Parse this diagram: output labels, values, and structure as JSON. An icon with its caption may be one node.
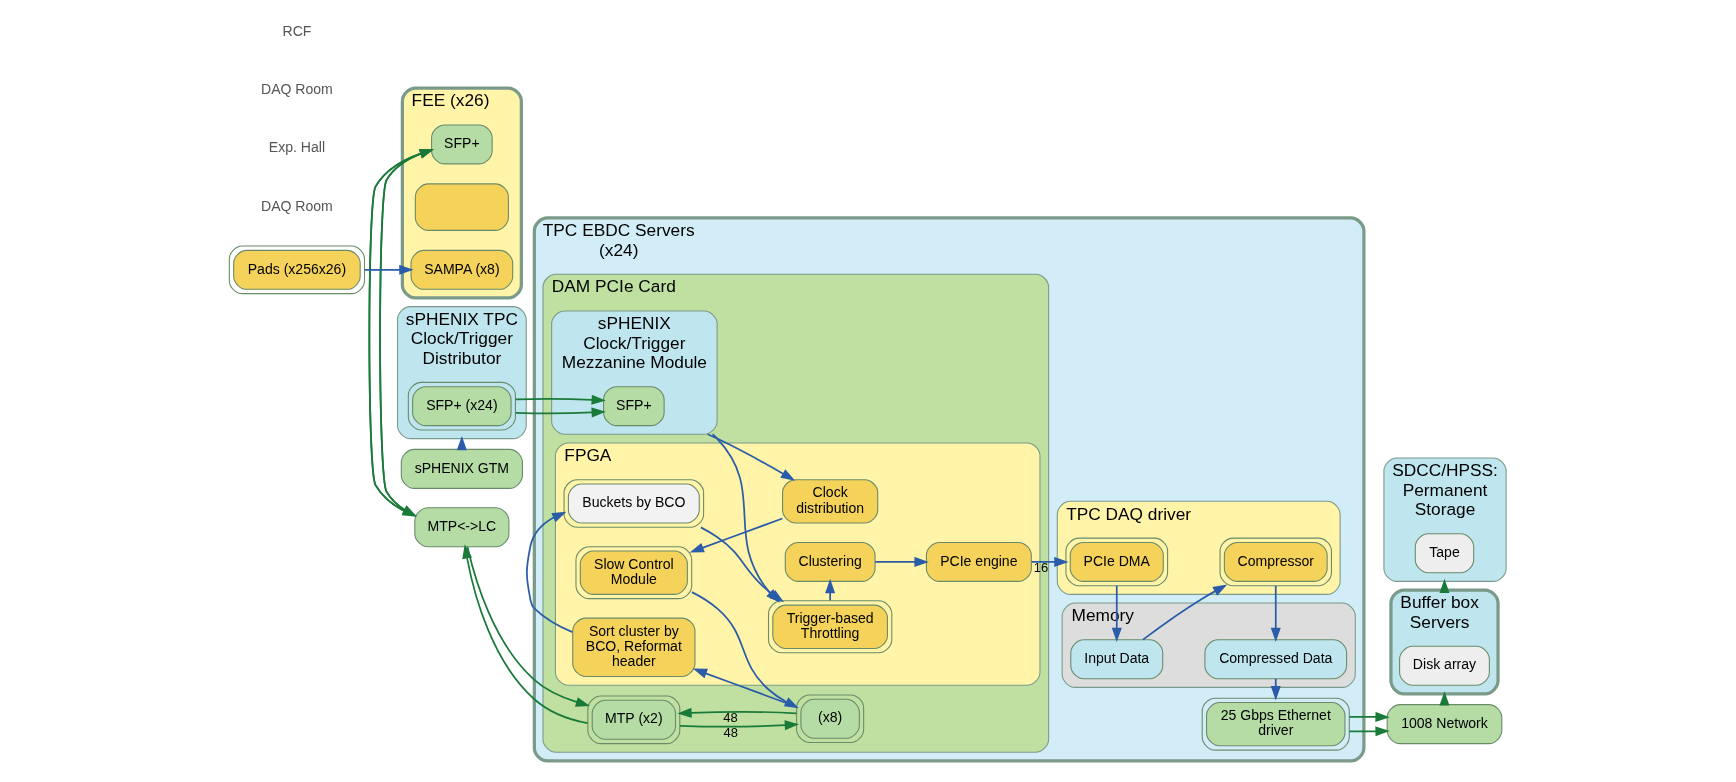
{
  "diagram": {
    "nodes": [
      {
        "text": [
          "sPHENIX GTM"
        ]
      },
      {
        "text": [
          "sPHENIX TPC Clock/Trigger Distributor"
        ]
      },
      {
        "text": [
          "SFP+ (x24)"
        ],
        "in": 1
      },
      {
        "text": [
          "TPC EBDC Servers (x24)"
        ]
      },
      {
        "text": [
          "DAM PCIe Card"
        ],
        "in": 3
      },
      {
        "text": [
          "sPHENIX Clock/Trigger Mezzanine Module"
        ],
        "in": 4
      },
      {
        "text": [
          "SFP+"
        ],
        "in": 5
      },
      {
        "text": [
          "MTP (x2)"
        ],
        "in": 4
      },
      {
        "text": [
          "(x8)"
        ],
        "in": 4
      },
      {
        "text": [
          "FPGA"
        ],
        "in": 4
      },
      {
        "text": [
          "Slow Control Module"
        ],
        "in": 9
      },
      {
        "text": [
          "Clock distribution"
        ],
        "in": 9
      },
      {
        "text": [
          "Sort cluster by BCO, Reformat header"
        ],
        "in": 9
      },
      {
        "text": [
          "Trigger-based Throttling"
        ],
        "in": 9
      },
      {
        "text": [
          "Buckets by BCO"
        ],
        "in": 9
      },
      {
        "text": [
          "Clustering"
        ],
        "in": 9
      },
      {
        "text": [
          "PCIe engine"
        ],
        "in": 9
      },
      {
        "text": [
          "25 Gbps Ethernet driver"
        ],
        "in": 3
      },
      {
        "text": [
          "Memory"
        ],
        "in": 3
      },
      {
        "text": [
          "Input Data"
        ],
        "in": 18
      },
      {
        "text": [
          "Compressed Data"
        ],
        "in": 18
      },
      {
        "text": [
          "TPC DAQ driver"
        ],
        "in": 3
      },
      {
        "text": [
          "Compressor"
        ],
        "in": 21
      },
      {
        "text": [
          "PCIe DMA"
        ],
        "in": 21
      },
      {
        "text": [
          "1008 Network"
        ]
      },
      {
        "text": [
          "Buffer box Servers"
        ]
      },
      {
        "text": [
          "Disk array"
        ],
        "in": 25
      },
      {
        "text": [
          "SDCC/HPSS: Permanent Storage"
        ]
      },
      {
        "text": [
          "Tape"
        ],
        "in": 27
      },
      {
        "text": [
          "MTP<->LC"
        ]
      },
      {
        "text": [
          "FEE (x26)"
        ]
      },
      {
        "text": [
          "SFP+"
        ],
        "in": 30
      },
      {
        "text": [],
        "shape": "box",
        "in": 30
      },
      {
        "text": [
          "SAMPA (x8)"
        ],
        "in": 30
      },
      {
        "text": [
          "Pads (x256x26)"
        ]
      }
    ],
    "edges": [
      {
        "from": 0,
        "to": 1,
        "arrow": "to"
      },
      {
        "from": 2,
        "to": 6,
        "arrow": "to",
        "color": "#1a7a3a"
      },
      {
        "from": 2,
        "to": 6,
        "arrow": "to",
        "color": "#1a7a3a"
      },
      {
        "from": 8,
        "to": 7,
        "arrow": "to",
        "label": "48",
        "color": "#1a7a3a"
      },
      {
        "from": 7,
        "to": 8,
        "arrow": "to",
        "label": "48",
        "color": "#1a7a3a"
      },
      {
        "from": 7,
        "to": 29,
        "arrow": "to",
        "color": "#1a7a3a"
      },
      {
        "from": 29,
        "to": 7,
        "arrow": "to",
        "color": "#1a7a3a"
      },
      {
        "from": 29,
        "to": 31,
        "arrow": "to",
        "color": "#1a7a3a"
      },
      {
        "from": 31,
        "to": 29,
        "arrow": "to",
        "color": "#1a7a3a"
      },
      {
        "from": 29,
        "to": 31,
        "arrow": "to",
        "color": "#1a7a3a"
      },
      {
        "from": 31,
        "to": 29,
        "arrow": "to",
        "color": "#1a7a3a"
      },
      {
        "from": 34,
        "to": 33,
        "arrow": "to"
      },
      {
        "from": 5,
        "to": 11,
        "arrow": "to"
      },
      {
        "from": 5,
        "to": 13,
        "arrow": "to"
      },
      {
        "from": 11,
        "to": 10,
        "arrow": "to"
      },
      {
        "from": 10,
        "to": 8,
        "arrow": "to"
      },
      {
        "from": 8,
        "to": 12,
        "arrow": "to"
      },
      {
        "from": 12,
        "to": 14,
        "arrow": "to"
      },
      {
        "from": 14,
        "to": 13,
        "arrow": "to"
      },
      {
        "from": 13,
        "to": 15,
        "arrow": "to"
      },
      {
        "from": 15,
        "to": 16,
        "arrow": "to"
      },
      {
        "from": 16,
        "to": 23,
        "arrow": "to",
        "label": "16"
      },
      {
        "from": 23,
        "to": 19,
        "arrow": "to"
      },
      {
        "from": 19,
        "to": 22,
        "arrow": "to"
      },
      {
        "from": 22,
        "to": 20,
        "arrow": "to"
      },
      {
        "from": 20,
        "to": 17,
        "arrow": "to"
      },
      {
        "from": 17,
        "to": 24,
        "arrow": "to",
        "color": "#1a7a3a"
      },
      {
        "from": 17,
        "to": 24,
        "arrow": "to",
        "color": "#1a7a3a"
      },
      {
        "from": 24,
        "to": 25,
        "arrow": "to",
        "color": "#1a7a3a"
      },
      {
        "from": 25,
        "to": 27,
        "arrow": "to",
        "color": "#1a7a3a"
      }
    ],
    "labels": [
      "DAQ Room",
      "Exp. Hall",
      "DAQ Room",
      "RCF"
    ]
  }
}
